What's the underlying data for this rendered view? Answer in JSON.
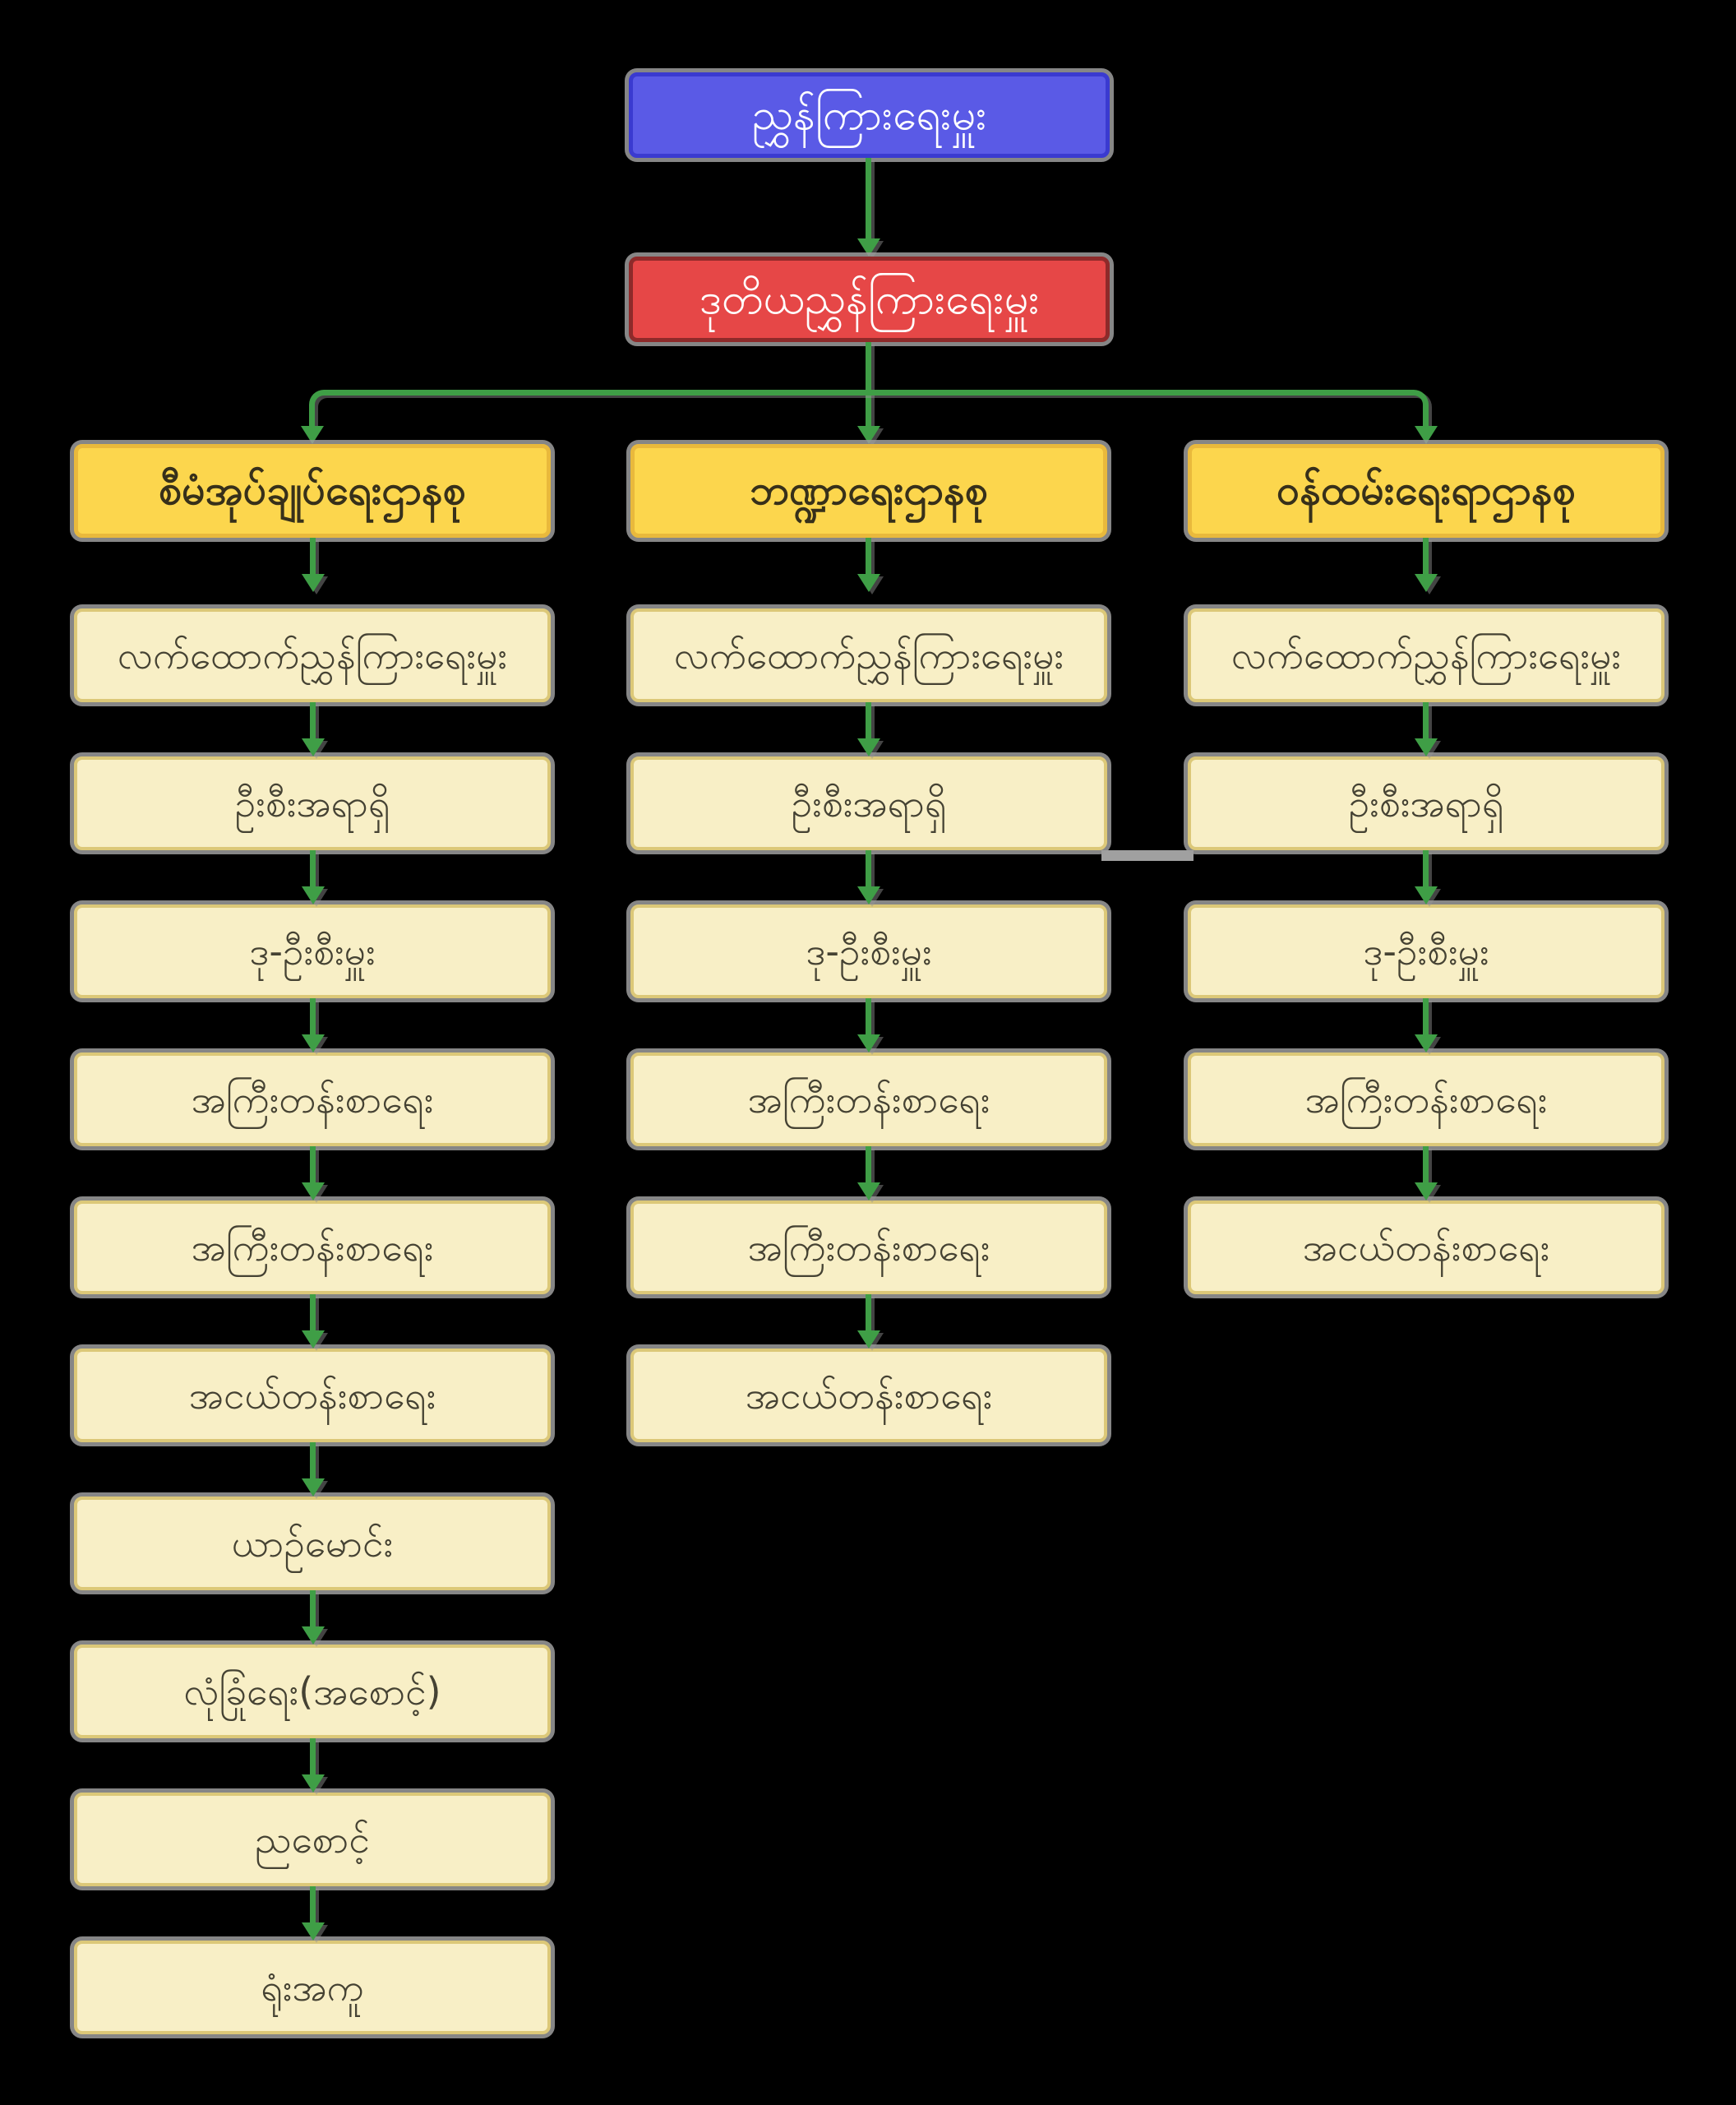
{
  "diagram": {
    "type": "org-chart",
    "background": "#000000",
    "connector_color": "#3f9e46",
    "shadow_color": "#a0a0a0",
    "root": {
      "label": "ညွှန်ကြားရေးမှူး",
      "bg": "#5a5ae6",
      "border": "#3a3ad0",
      "text_color": "#ffffff"
    },
    "deputy": {
      "label": "ဒုတိယညွှန်ကြားရေးမှူး",
      "bg": "#e64747",
      "border": "#8e2a2a",
      "text_color": "#ffffff"
    },
    "header_style": {
      "bg": "#fcd64d",
      "border": "#e9b93c",
      "text_color": "#37301a"
    },
    "item_style": {
      "bg": "#f8efc6",
      "border": "#dcc878",
      "text_color": "#454233"
    },
    "columns": [
      {
        "header": "စီမံအုပ်ချုပ်ရေးဌာနစု",
        "items": [
          "လက်ထောက်ညွှန်ကြားရေးမှူး",
          "ဦးစီးအရာရှိ",
          "ဒု-ဦးစီးမှူး",
          "အကြီးတန်းစာရေး",
          "အကြီးတန်းစာရေး",
          "အငယ်တန်းစာရေး",
          "ယာဉ်မောင်း",
          "လုံခြုံရေး(အစောင့်)",
          "ညစောင့်",
          "ရုံးအကူ"
        ]
      },
      {
        "header": "ဘဏ္ဍာရေးဌာနစု",
        "items": [
          "လက်ထောက်ညွှန်ကြားရေးမှူး",
          "ဦးစီးအရာရှိ",
          "ဒု-ဦးစီးမှူး",
          "အကြီးတန်းစာရေး",
          "အကြီးတန်းစာရေး",
          "အငယ်တန်းစာရေး"
        ]
      },
      {
        "header": "ဝန်ထမ်းရေးရာဌာနစု",
        "items": [
          "လက်ထောက်ညွှန်ကြားရေးမှူး",
          "ဦးစီးအရာရှိ",
          "ဒု-ဦးစီးမှူး",
          "အကြီးတန်းစာရေး",
          "အငယ်တန်းစာရေး"
        ]
      }
    ]
  }
}
